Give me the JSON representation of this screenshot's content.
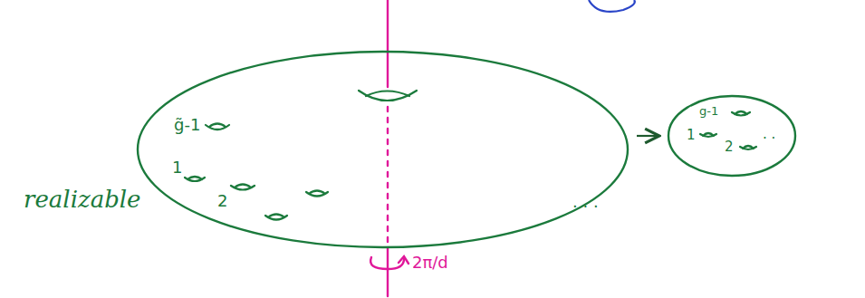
{
  "diagram": {
    "nodes": [
      {
        "text": [
          "g̃-1",
          "1",
          "2",
          ". . ."
        ]
      },
      {
        "text": [
          "g-1",
          "1",
          "2",
          ". ."
        ]
      }
    ],
    "edges": [
      {
        "from": 0,
        "to": 1,
        "arrow": "to"
      }
    ],
    "labels": [
      "realizable",
      "2π/d"
    ]
  }
}
